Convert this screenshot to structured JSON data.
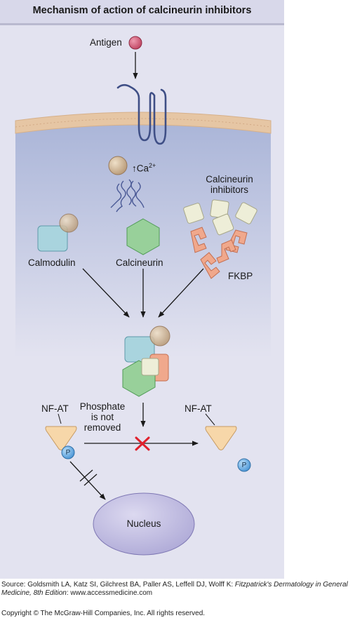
{
  "title": "Mechanism of action of calcineurin inhibitors",
  "labels": {
    "antigen": "Antigen",
    "ca": "↑Ca",
    "ca_sup": "2+",
    "calcineurin_inhibitors_line1": "Calcineurin",
    "calcineurin_inhibitors_line2": "inhibitors",
    "calmodulin": "Calmodulin",
    "calcineurin": "Calcineurin",
    "fkbp": "FKBP",
    "nfat_left": "NF-AT",
    "nfat_right": "NF-AT",
    "phosphate_line1": "Phosphate",
    "phosphate_line2": "is not",
    "phosphate_line3": "removed",
    "p_left": "P",
    "p_right": "P",
    "nucleus": "Nucleus"
  },
  "footer": {
    "source_prefix": "Source: Goldsmith LA, Katz SI, Gilchrest BA, Paller AS, Leffell DJ, Wolff K: ",
    "source_title": "Fitzpatrick's Dermatology in General Medicine, 8th Edition",
    "source_suffix": ": www.accessmedicine.com",
    "copyright": "Copyright © The McGraw-Hill Companies, Inc. All rights reserved."
  },
  "colors": {
    "panel": "#e3e3f0",
    "cytoplasm": "#b9c3df",
    "membrane": "#e8c9a8",
    "antigen": "#d0607a",
    "receptor": "#3f4f86",
    "calmodulin": "#a9d4de",
    "calcineurin": "#98d09a",
    "ca_ion": "#d2b697",
    "fkbp": "#f0a88c",
    "inhibitor": "#eeeed8",
    "nfat": "#f7d7a9",
    "phosphate": "#6fb3e6",
    "nucleus": "#c2bee0",
    "block_x": "#e0202c"
  }
}
